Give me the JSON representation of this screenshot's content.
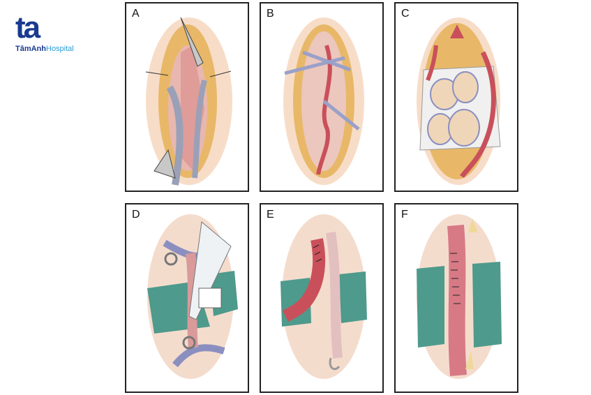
{
  "logo": {
    "mark": "ta",
    "name_part1": "TâmAnh",
    "name_part2": "Hospital"
  },
  "panels": [
    {
      "label": "A",
      "name": "panel-a"
    },
    {
      "label": "B",
      "name": "panel-b"
    },
    {
      "label": "C",
      "name": "panel-c"
    },
    {
      "label": "D",
      "name": "panel-d"
    },
    {
      "label": "E",
      "name": "panel-e"
    },
    {
      "label": "F",
      "name": "panel-f"
    }
  ],
  "colors": {
    "skin": "#f2c9a8",
    "fat": "#e8b868",
    "tissue": "#e8b7b0",
    "vessel": "#c9505a",
    "vein": "#8b8fc0",
    "drape": "#4e9a8c",
    "outline": "#222222"
  }
}
